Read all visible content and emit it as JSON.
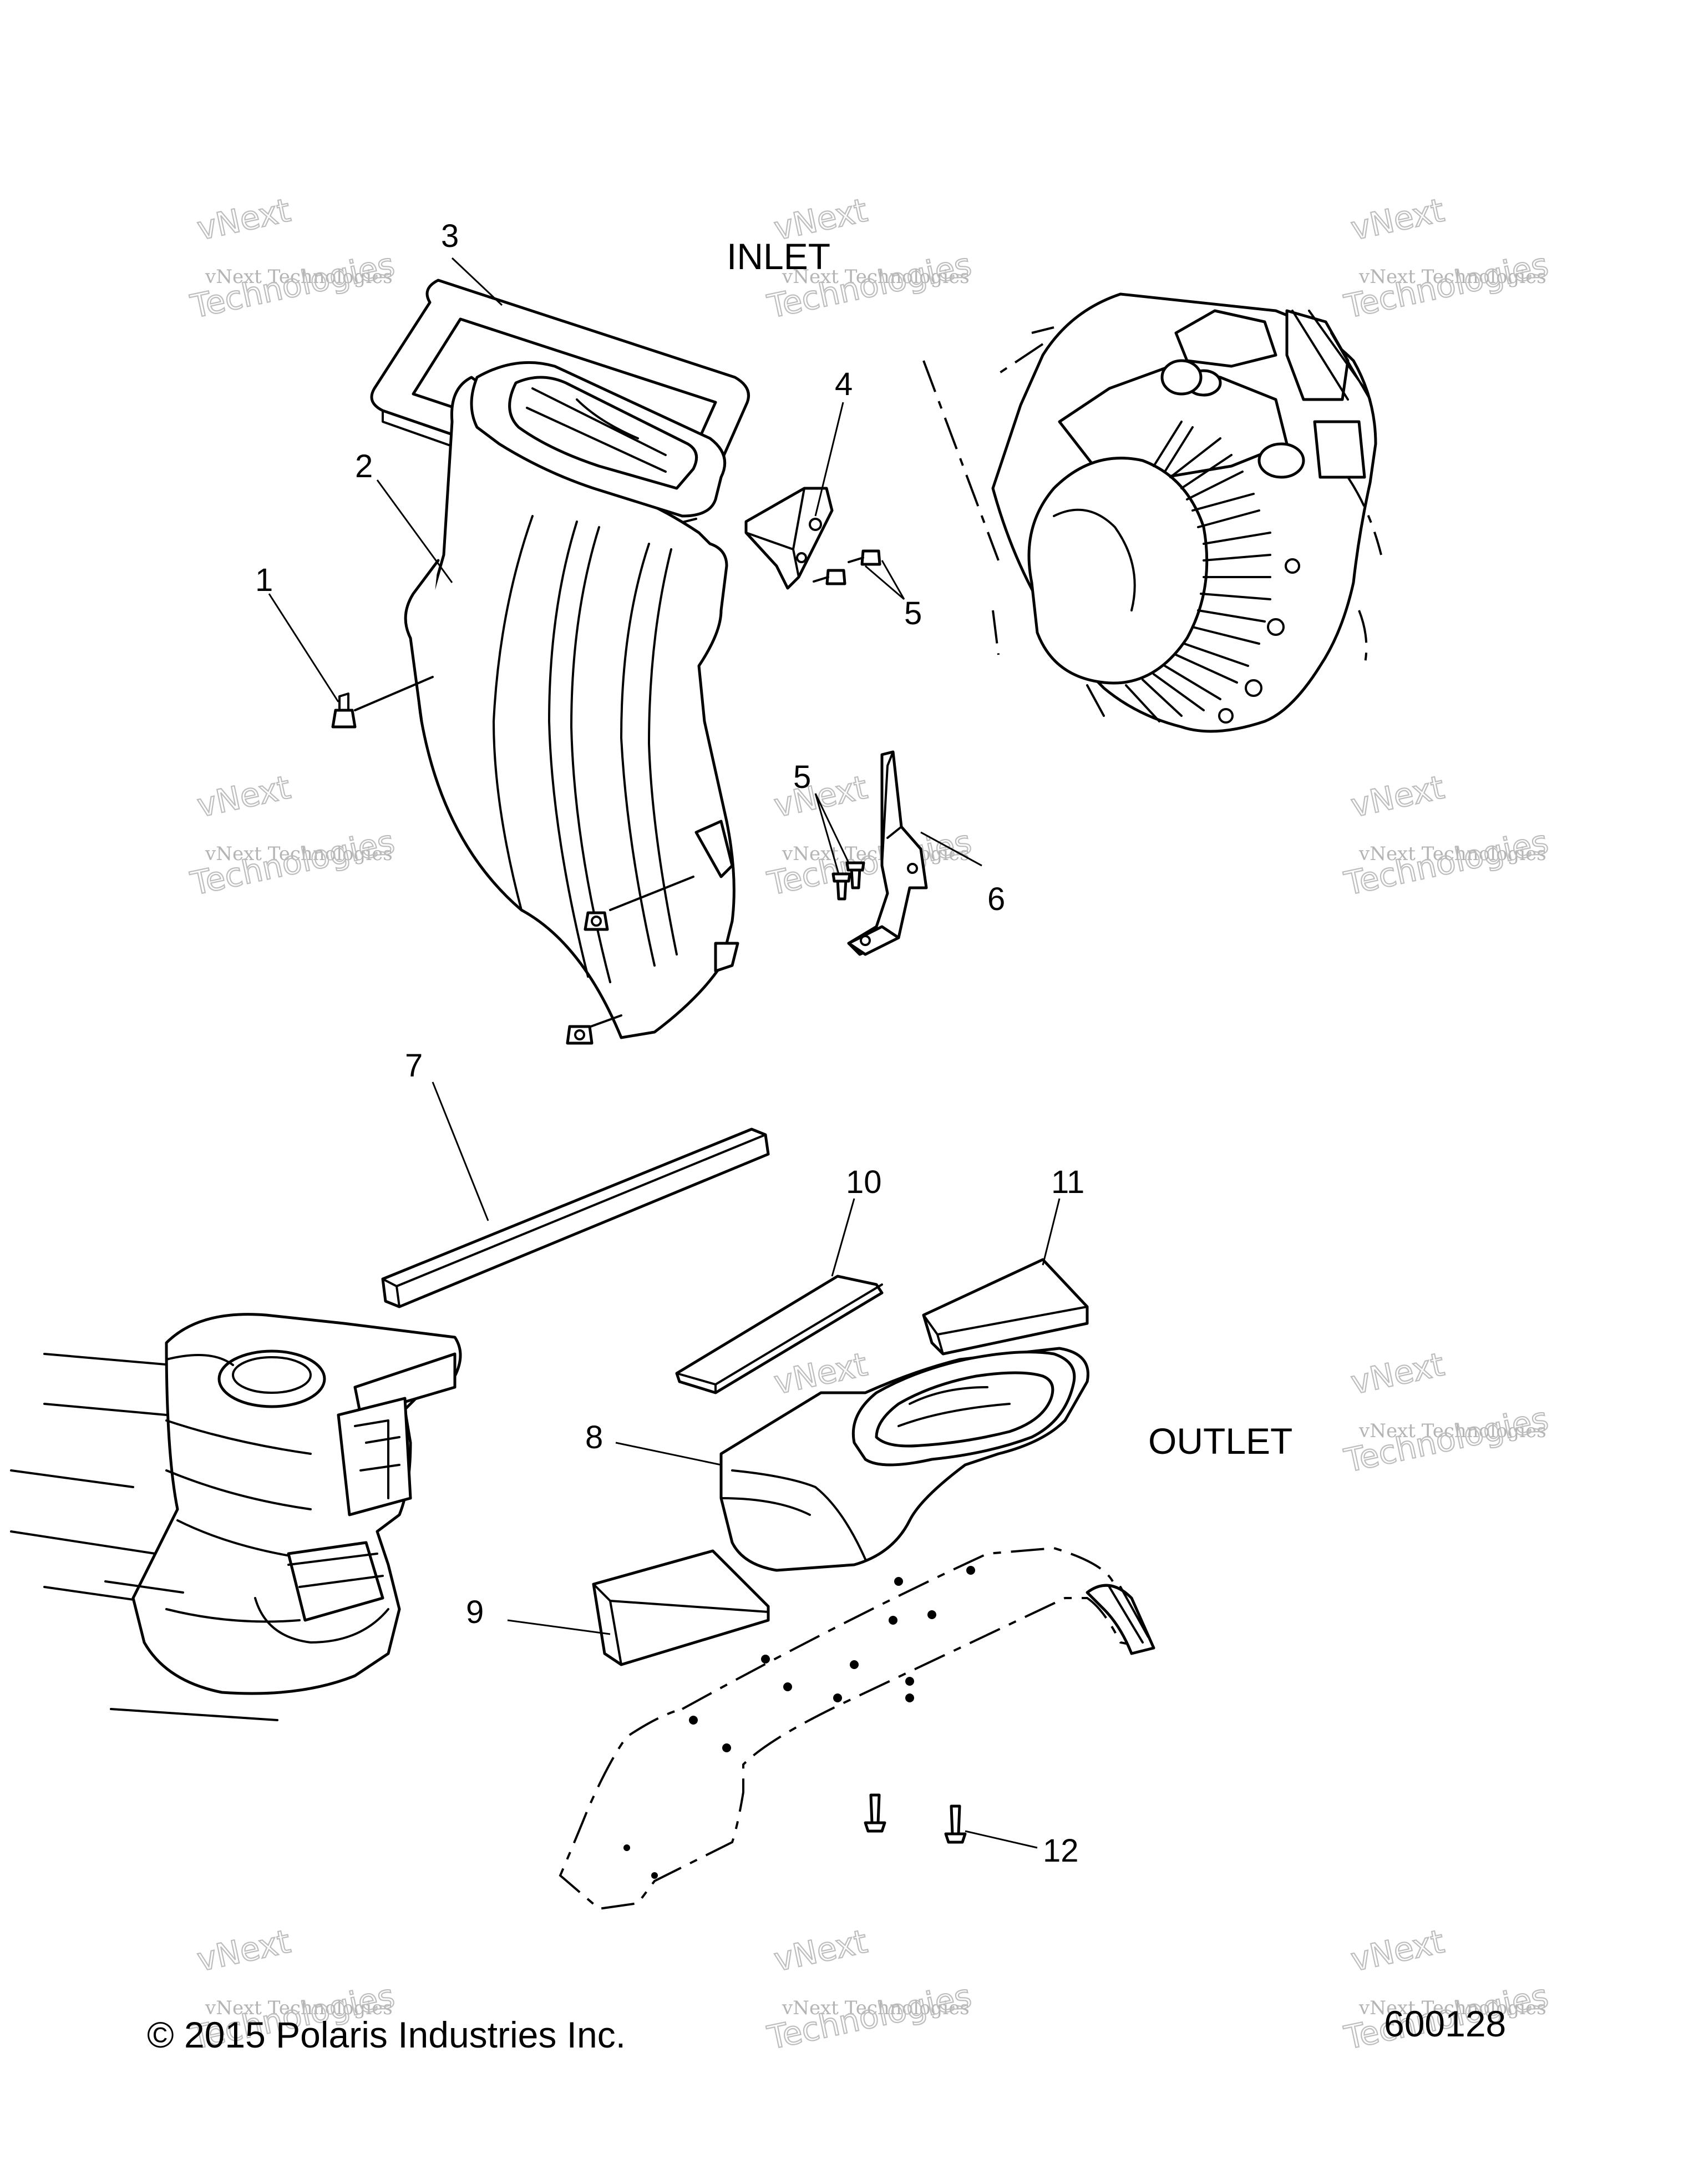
{
  "labels": {
    "inlet": "INLET",
    "outlet": "OUTLET"
  },
  "callouts": {
    "c1": "1",
    "c2": "2",
    "c3": "3",
    "c4": "4",
    "c5a": "5",
    "c5b": "5",
    "c6": "6",
    "c7": "7",
    "c8": "8",
    "c9": "9",
    "c10": "10",
    "c11": "11",
    "c12": "12"
  },
  "footer": {
    "copyright": "© 2015 Polaris Industries Inc.",
    "diagram_number": "600128"
  },
  "watermark": {
    "line1": "vNext",
    "line2": "vNext Technologies",
    "line3": "Technologies"
  }
}
